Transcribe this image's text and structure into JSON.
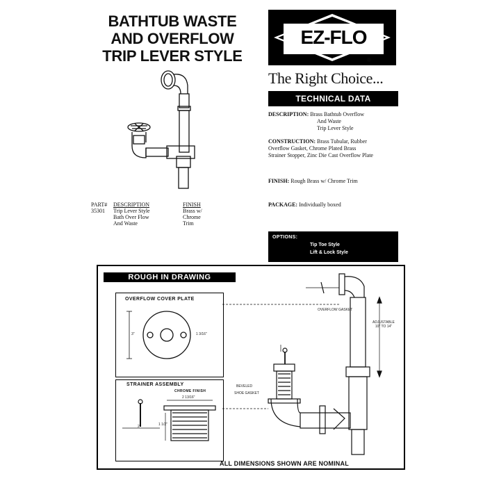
{
  "title": {
    "line1": "BATHTUB WASTE",
    "line2": "AND OVERFLOW",
    "line3": "TRIP LEVER STYLE"
  },
  "logo": {
    "text": "EZ-FLO",
    "reg": "®"
  },
  "tagline": "The Right Choice...",
  "technical_data": "TECHNICAL DATA",
  "specs": {
    "description_label": "DESCRIPTION:",
    "description_1": "Brass Bathtub Overflow",
    "description_2": "And Waste",
    "description_3": "Trip Lever Style",
    "construction_label": "CONSTRUCTION:",
    "construction_1": "Brass Tubular, Rubber",
    "construction_2": "Overflow Gasket, Chrome Plated Brass",
    "construction_3": "Strainer Stopper, Zinc Die Cast Overflow Plate",
    "finish_label": "FINISH:",
    "finish_value": "Rough Brass w/ Chrome Trim",
    "package_label": "PACKAGE:",
    "package_value": "Individually boxed"
  },
  "options": {
    "label": "OPTIONS:",
    "items": [
      "Tip Toe Style",
      "Lift & Lock Style"
    ]
  },
  "parts": {
    "col_part": "PART#",
    "col_desc": "DESCRIPTION",
    "col_finish": "FINISH",
    "part_no": "35301",
    "desc_lines": [
      "Trip Lever Style",
      "Bath Over Flow",
      "And Waste"
    ],
    "finish_lines": [
      "Brass w/",
      "Chrome",
      "Trim"
    ]
  },
  "rough": {
    "title": "ROUGH IN DRAWING",
    "overflow_plate": "OVERFLOW COVER PLATE",
    "plate_dim": "3\"",
    "plate_hole": "1 3/16\"",
    "strainer": "STRAINER ASSEMBLY",
    "chrome_finish": "CHROME FINISH",
    "strainer_dim": "2 13/16\"",
    "strainer_thread": "1 1/2\"",
    "strainer_len": "2\"",
    "adjustable": "ADJUSTABLE",
    "adjust_range": "10\" TO 14\"",
    "footnote": "ALL DIMENSIONS SHOWN ARE NOMINAL",
    "gasket_label": "OVERFLOW GASKET",
    "beveled": "BEVELED",
    "shoe_gasket": "SHOE GASKET"
  },
  "colors": {
    "ink": "#111111",
    "black": "#000000",
    "paper": "#ffffff"
  }
}
